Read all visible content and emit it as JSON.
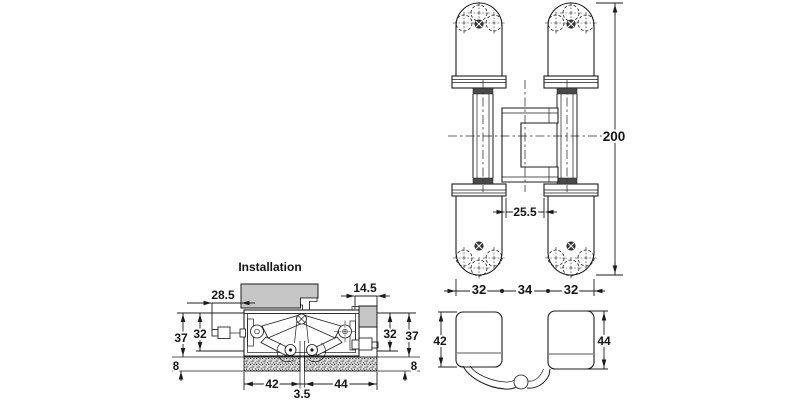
{
  "drawing": {
    "type": "concealed-hinge-technical-drawing",
    "colors": {
      "line": "#1c1c1c",
      "metal_gray": "#c6c6c6",
      "seal_gray": "#dcdcdc"
    }
  },
  "views": {
    "installation": {
      "title": "Installation",
      "dims": {
        "frame_inset": "28.5",
        "door_inset": "14.5",
        "left_depth_outer": "37",
        "left_depth_inner": "32",
        "right_depth_inner": "32",
        "right_depth_outer": "37",
        "seal_left": "8",
        "seal_right": "8",
        "frame_part_width": "42",
        "center_gap": "3.5",
        "door_part_width": "44"
      }
    },
    "front": {
      "dims": {
        "total_height": "200",
        "center_width": "25.5",
        "left_plate_width": "32",
        "center_gap_width": "34",
        "right_plate_width": "32"
      }
    },
    "bottom": {
      "dims": {
        "left_block_height": "42",
        "right_block_height": "44"
      }
    }
  }
}
